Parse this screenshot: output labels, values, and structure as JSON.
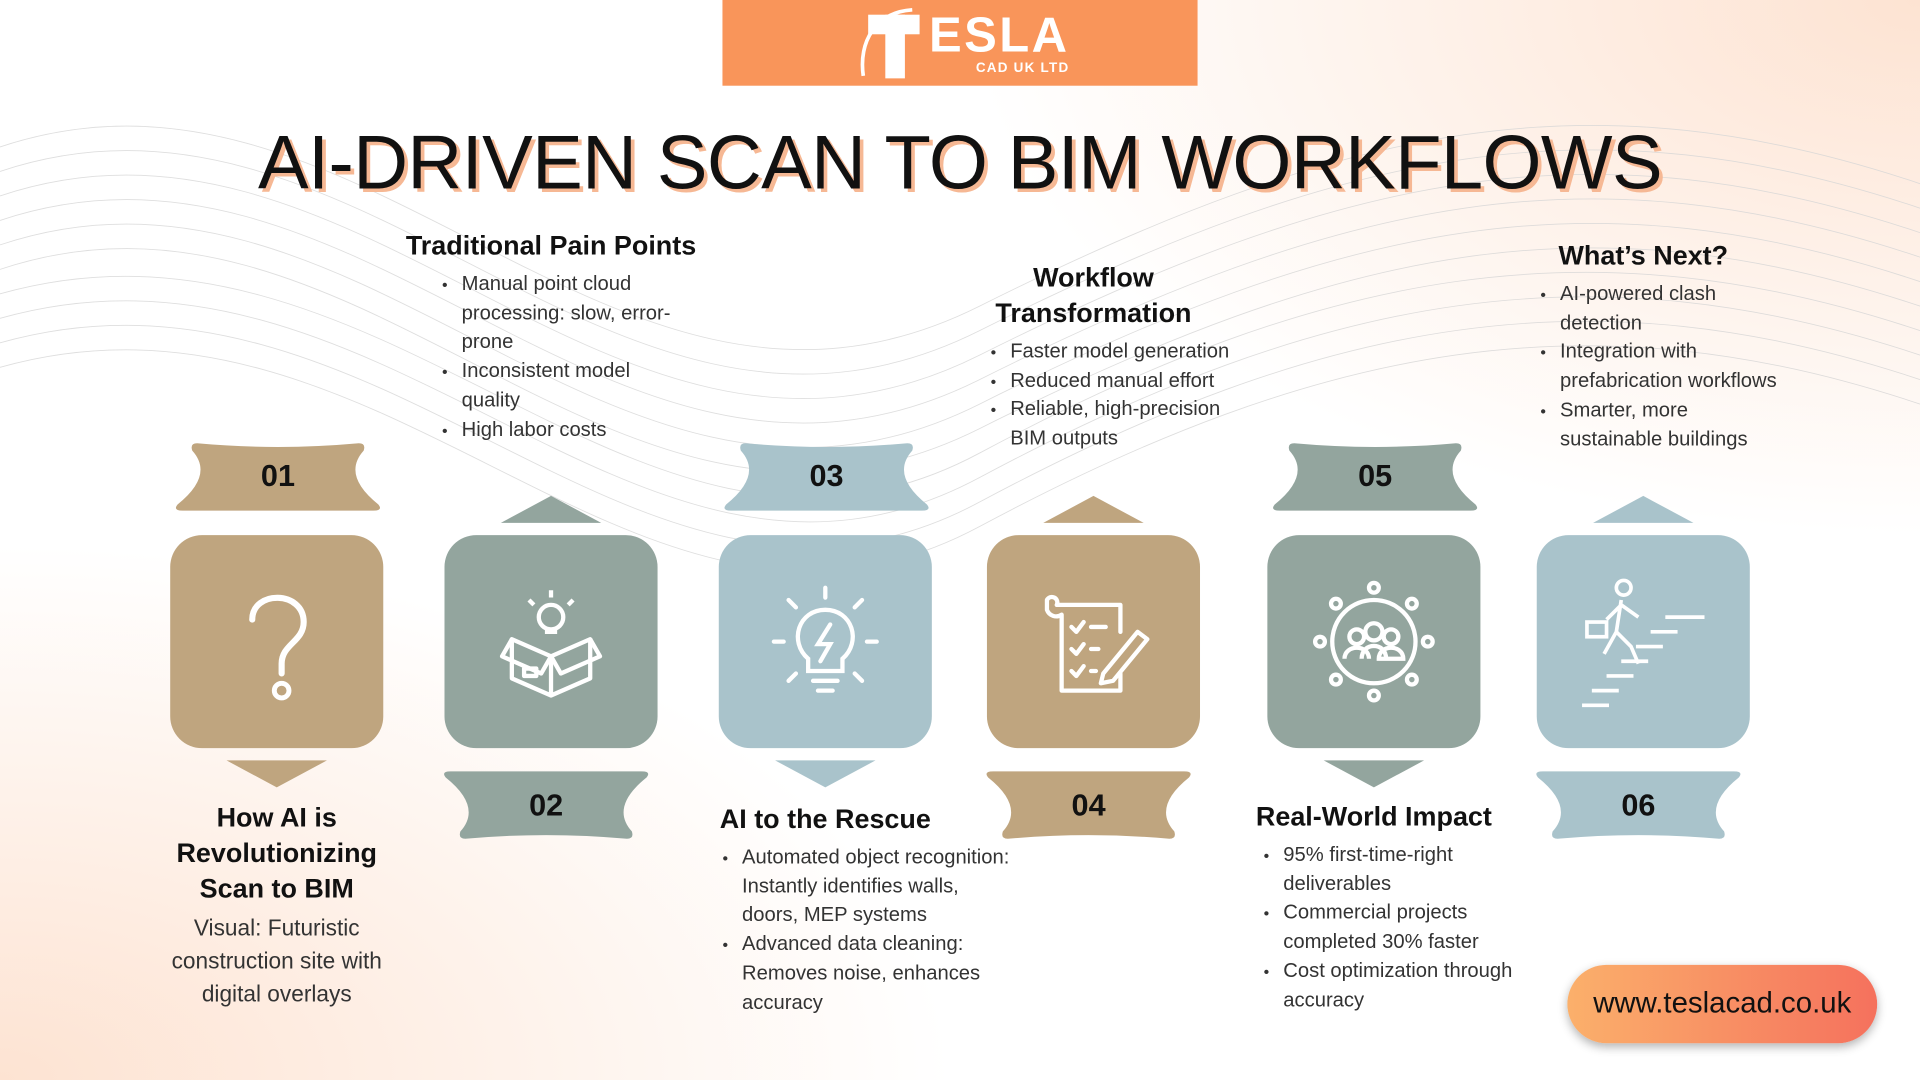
{
  "logo": {
    "text": "ESLA",
    "subtext": "CAD UK LTD",
    "bg": "#f9955a"
  },
  "title": "AI-DRIVEN SCAN TO BIM WORKFLOWS",
  "colors": {
    "tan": "#bfa57f",
    "sage": "#93a59e",
    "blue": "#a9c3cb"
  },
  "steps": [
    {
      "num": "01",
      "title": "How AI is Revolutionizing Scan to BIM",
      "desc": "Visual: Futuristic construction site with digital overlays",
      "icon": "question-icon"
    },
    {
      "num": "02",
      "title": "Traditional Pain Points",
      "bullets": [
        "Manual point cloud processing: slow, error-prone",
        "Inconsistent model quality",
        "High labor costs"
      ],
      "icon": "box-lightbulb-icon"
    },
    {
      "num": "03",
      "title": "AI to the Rescue",
      "bullets": [
        "Automated object recognition: Instantly identifies walls, doors, MEP systems",
        "Advanced data cleaning: Removes noise, enhances accuracy"
      ],
      "icon": "lightbulb-icon"
    },
    {
      "num": "04",
      "title": "Workflow Transformation",
      "bullets": [
        "Faster model generation",
        "Reduced manual effort",
        "Reliable, high-precision BIM outputs"
      ],
      "icon": "checklist-icon"
    },
    {
      "num": "05",
      "title": "Real-World Impact",
      "bullets": [
        "95% first-time-right deliverables",
        "Commercial projects completed 30% faster",
        "Cost optimization through accuracy"
      ],
      "icon": "team-icon"
    },
    {
      "num": "06",
      "title": "What’s Next?",
      "bullets": [
        "AI-powered clash detection",
        "Integration with prefabrication workflows",
        "Smarter, more sustainable buildings"
      ],
      "icon": "stairs-growth-icon"
    }
  ],
  "url": "www.teslacad.co.uk"
}
